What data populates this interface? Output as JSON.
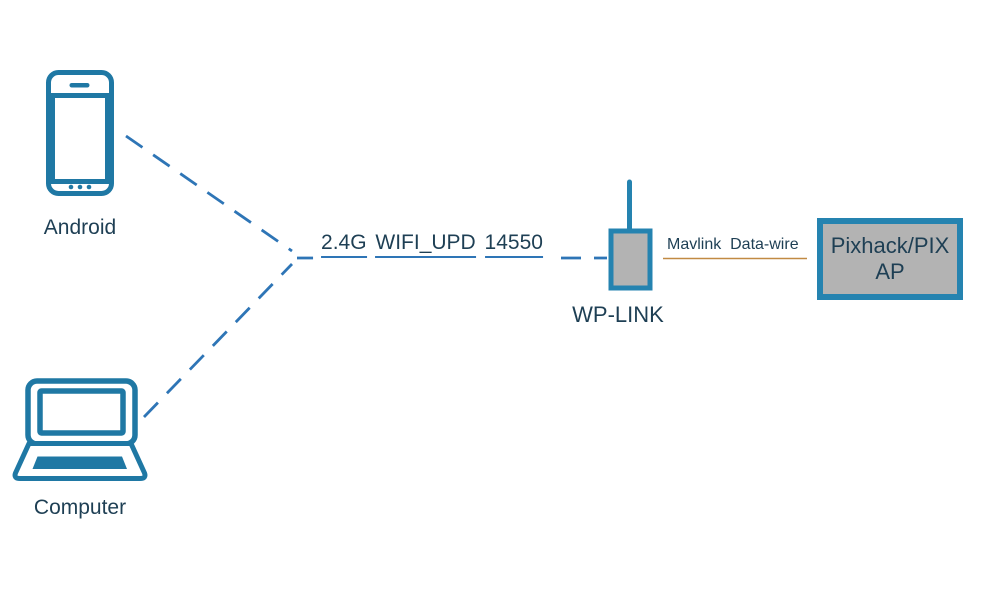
{
  "theme": {
    "icon-blue": "#1F78A4",
    "device-blue": "#2583B0",
    "dash-blue": "#2E75B6",
    "text-navy": "#1E3F54",
    "wire-orange": "#C18A43",
    "device-gray": "#B3B3B3",
    "bg": "#FFFFFF"
  },
  "diagram": {
    "nodes": {
      "android": {
        "label": "Android"
      },
      "computer": {
        "label": "Computer"
      },
      "wplink": {
        "label": "WP-LINK"
      },
      "pixhack": {
        "line1": "Pixhack/PIX",
        "line2": "AP"
      }
    },
    "links": {
      "wifi": {
        "words": [
          "2.4G",
          "WIFI_UPD",
          "14550"
        ]
      },
      "mavlink": {
        "label": "Mavlink  Data-wire"
      }
    },
    "icons": {
      "android": "smartphone-icon",
      "computer": "laptop-icon",
      "wplink": "radio-module-antenna-icon",
      "pixhack": "flight-controller-box"
    }
  }
}
